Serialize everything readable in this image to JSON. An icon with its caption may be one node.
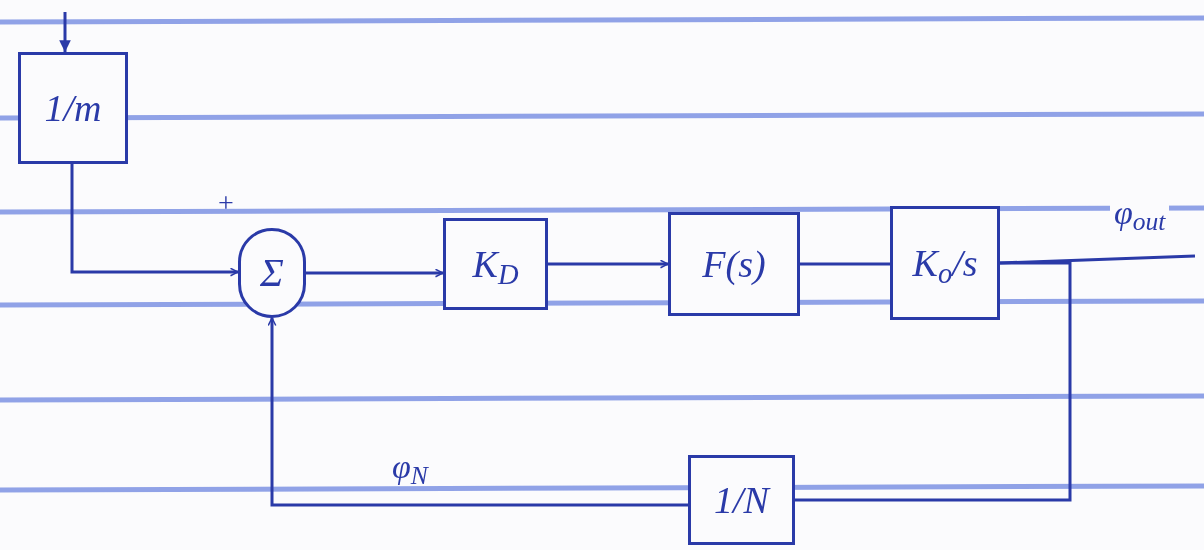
{
  "diagram": {
    "nodes": [
      {
        "text": [
          "1/m"
        ]
      },
      {
        "text": [
          "Σ"
        ],
        "beside": [
          "+"
        ]
      },
      {
        "text": [
          "K$_{D}$"
        ]
      },
      {
        "text": [
          "F(s)"
        ]
      },
      {
        "text": [
          "K$_{o}$/s"
        ]
      },
      {
        "text": [
          "1/N"
        ]
      }
    ],
    "edges": [
      {
        "from": null,
        "to": 0,
        "arrow": "to"
      },
      {
        "from": 0,
        "to": 1,
        "arrow": "to"
      },
      {
        "from": 1,
        "to": 2,
        "arrow": "to"
      },
      {
        "from": 2,
        "to": 3,
        "arrow": "to"
      },
      {
        "from": 3,
        "to": 4,
        "arrow": "none"
      },
      {
        "from": 4,
        "to": null,
        "arrow": "none",
        "label": "φ$_{out}$"
      },
      {
        "from": 4,
        "to": 5,
        "arrow": "none"
      },
      {
        "from": 5,
        "to": 1,
        "arrow": "to",
        "label": "φ$_{N}$"
      }
    ]
  }
}
